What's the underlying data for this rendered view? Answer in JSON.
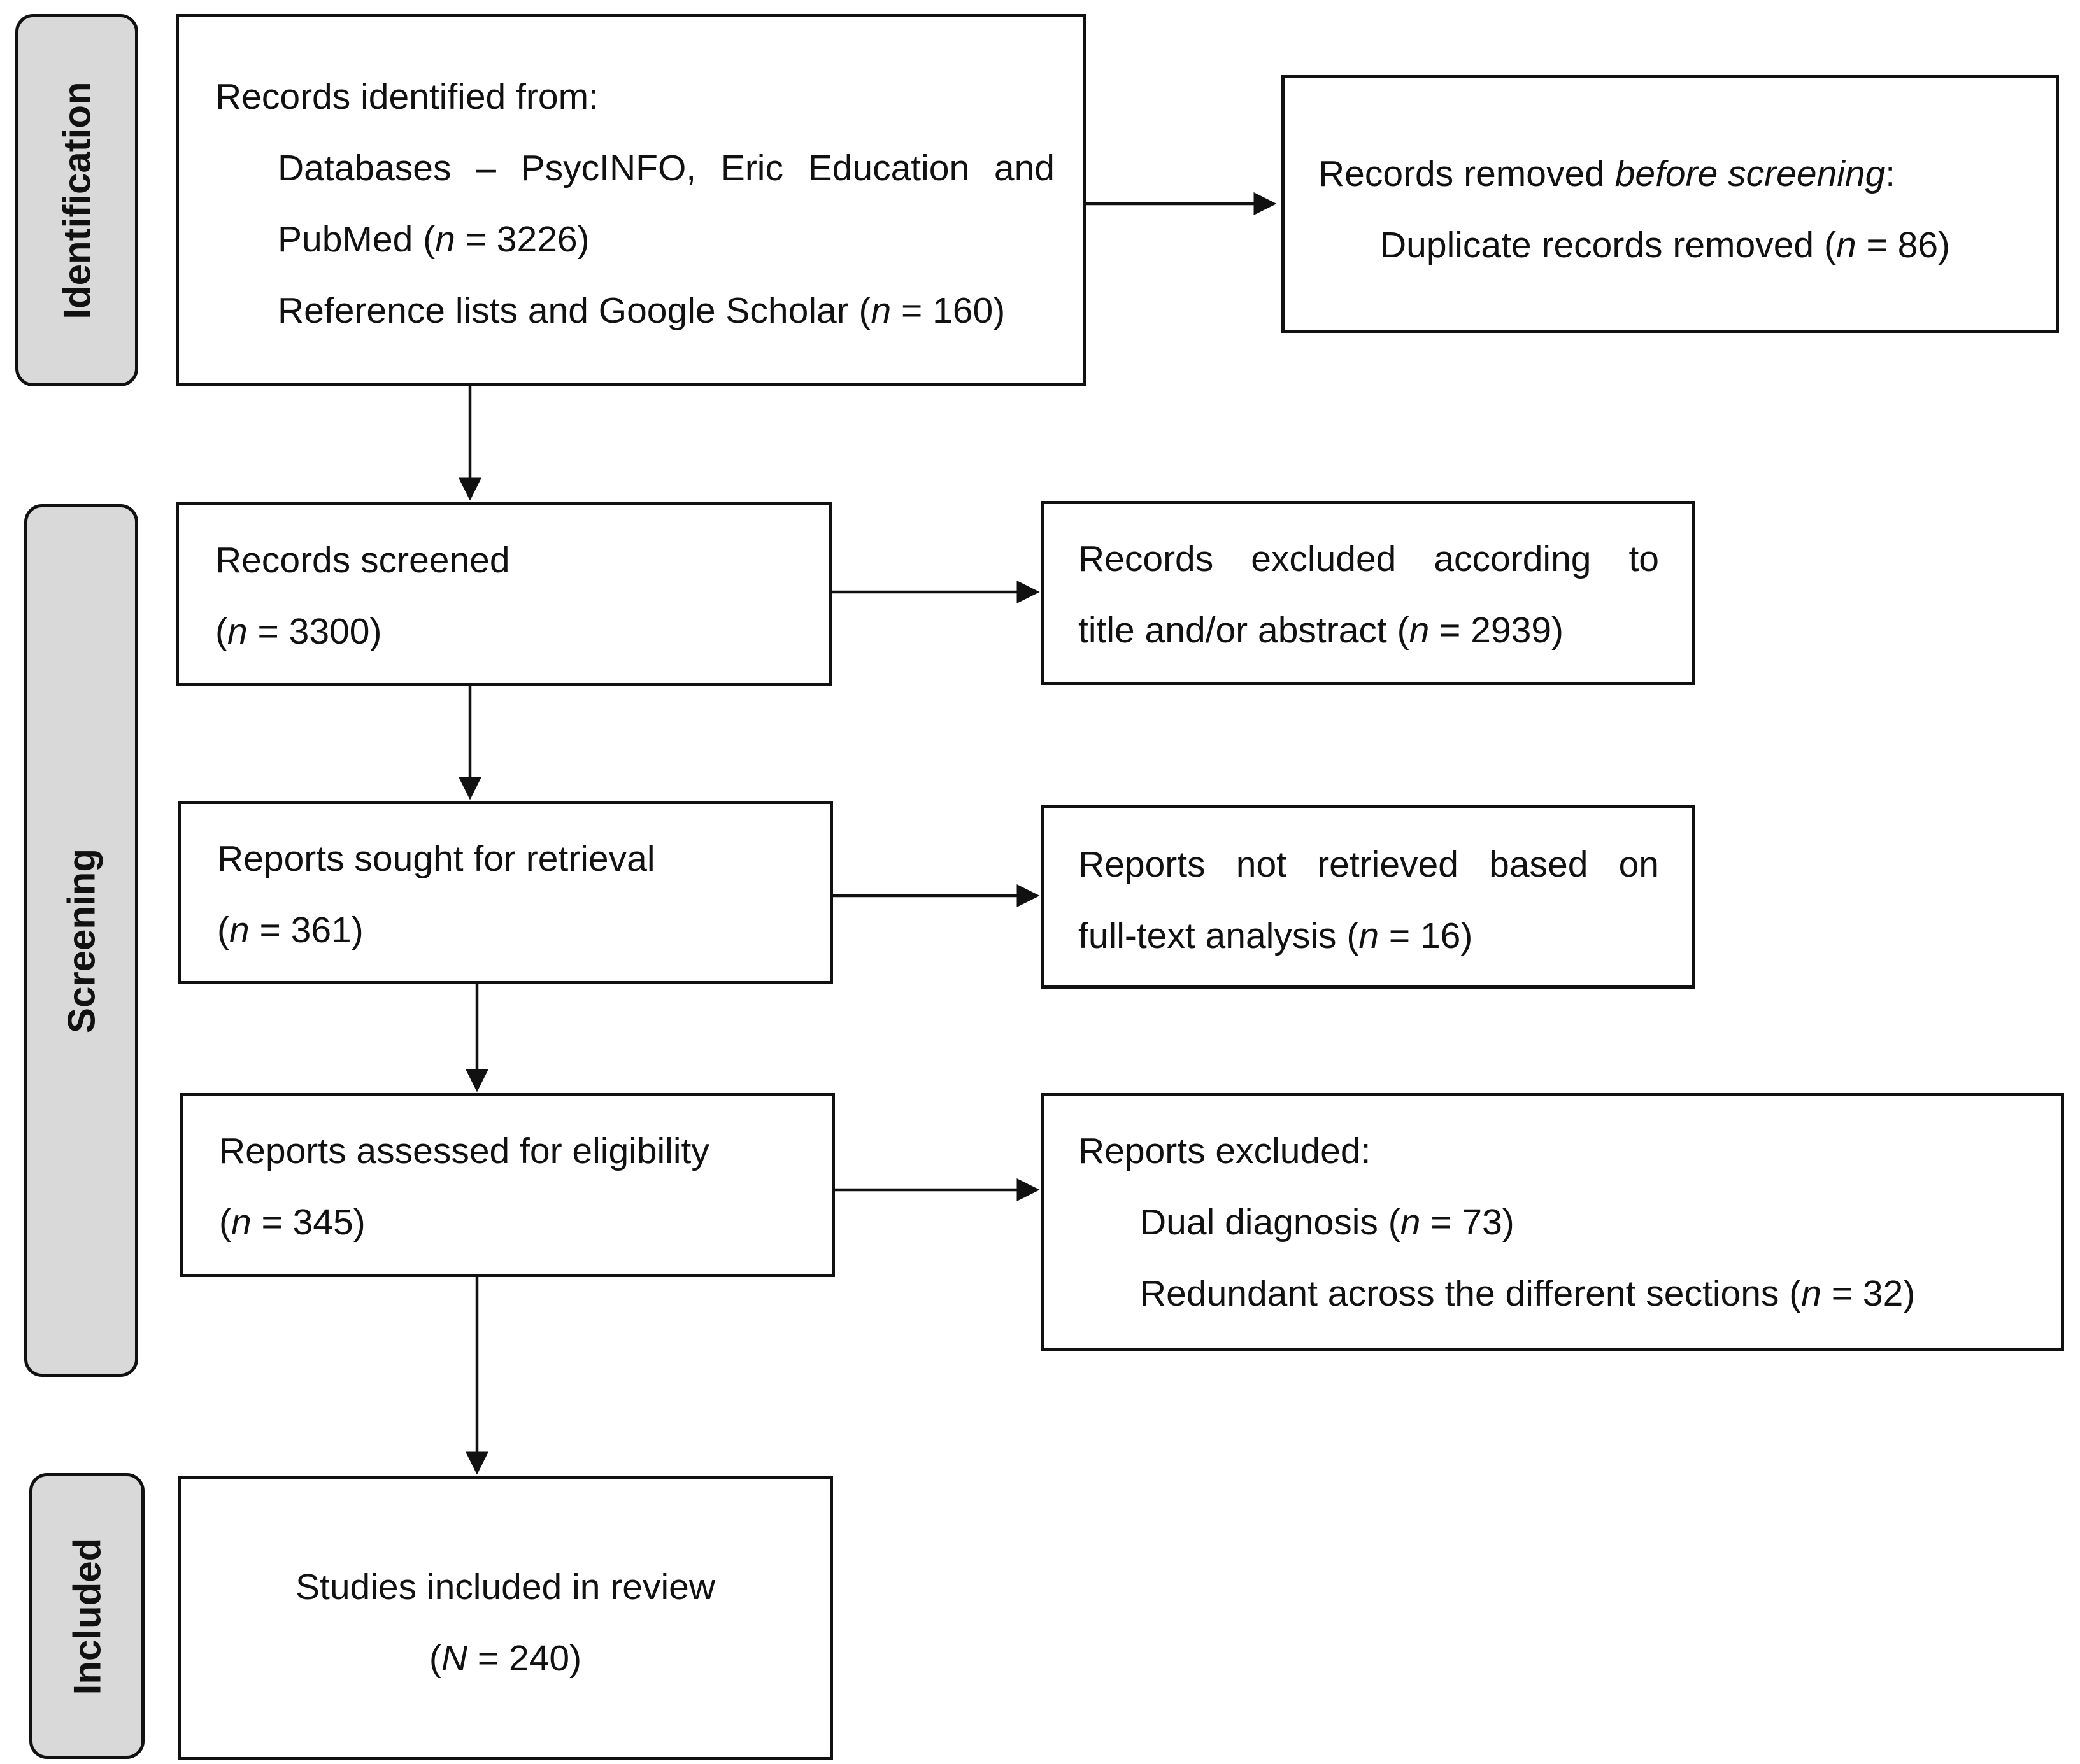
{
  "phases": {
    "identification": "Identification",
    "screening": "Screening",
    "included": "Included"
  },
  "identified": {
    "heading": "Records identified from:",
    "databases_line1": "Databases – PsycINFO, Eric Education and",
    "databases_line2_prefix": "PubMed (",
    "databases_n": "n",
    "databases_line2_value": " = 3226)",
    "reference_prefix": "Reference lists and Google Scholar (",
    "reference_n": "n",
    "reference_value": " = 160)"
  },
  "removed": {
    "heading_prefix": "Records removed ",
    "heading_italic": "before screening",
    "heading_suffix": ":",
    "duplicates_prefix": "Duplicate records removed (",
    "duplicates_n": "n",
    "duplicates_value": " = 86)"
  },
  "screened": {
    "label": "Records screened",
    "count_open": "(",
    "count_n": "n",
    "count_value": " = 3300)"
  },
  "excluded_title": {
    "line1": "Records excluded according to",
    "line2_prefix": "title and/or abstract (",
    "line2_n": "n",
    "line2_value": " = 2939)"
  },
  "sought": {
    "label": "Reports sought for retrieval",
    "count_open": "(",
    "count_n": "n",
    "count_value": " = 361)"
  },
  "not_retrieved": {
    "line1": "Reports not retrieved based on",
    "line2_prefix": "full-text analysis (",
    "line2_n": "n",
    "line2_value": " = 16)"
  },
  "assessed": {
    "label": "Reports assessed for eligibility",
    "count_open": "(",
    "count_n": "n",
    "count_value": " = 345)"
  },
  "reports_excluded": {
    "heading": "Reports excluded:",
    "dual_prefix": "Dual diagnosis (",
    "dual_n": "n",
    "dual_value": " = 73)",
    "redundant_prefix": "Redundant across the different sections (",
    "redundant_n": "n",
    "redundant_value": " = 32)"
  },
  "included": {
    "label": "Studies included in review",
    "count_open": "(",
    "count_n": "N",
    "count_value": " = 240)"
  }
}
